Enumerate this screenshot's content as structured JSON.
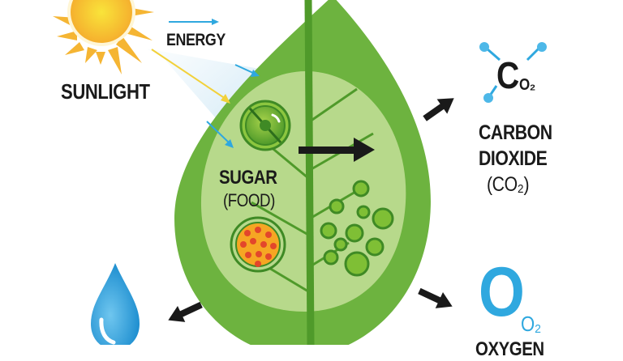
{
  "labels": {
    "energy": "ENERGY",
    "sunlight": "SUNLIGHT",
    "sugar": "SUGAR",
    "food": "(FOOD)",
    "carbon": "CARBON",
    "dioxide": "DIOXIDE",
    "co2_formula": "(CO₂)",
    "co2_symbol": "C",
    "co2_sub": "O₂",
    "o2_symbol": "O",
    "o2_sub": "O₂",
    "oxygen": "OXYGEN"
  },
  "colors": {
    "leaf_dark": "#6db33f",
    "leaf_light": "#b7d98b",
    "sun": "#f7b733",
    "blue": "#2fa8df",
    "arrow": "#1a1a1a"
  }
}
